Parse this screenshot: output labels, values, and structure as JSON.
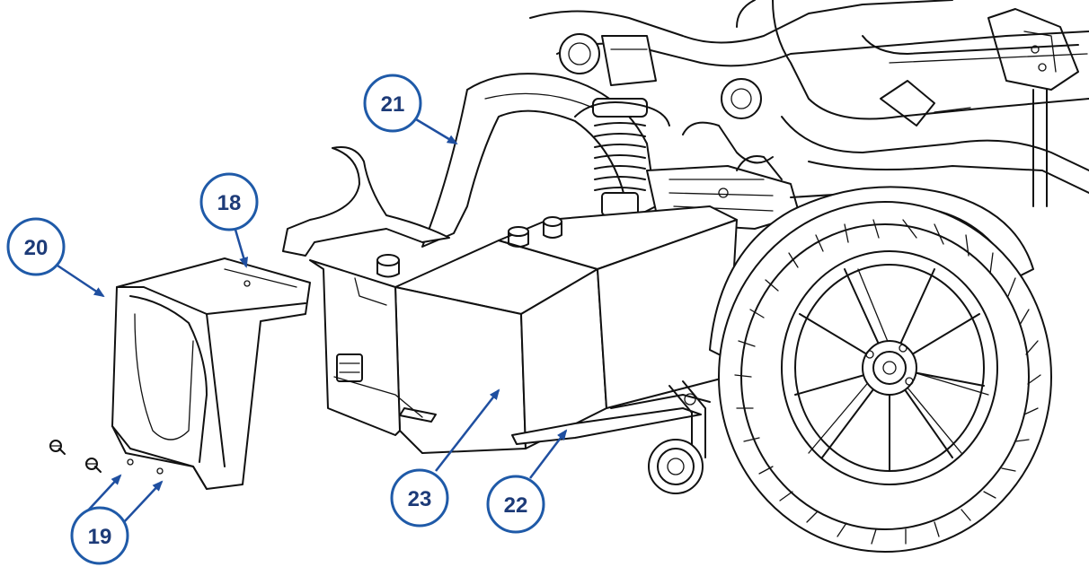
{
  "colors": {
    "callout_stroke": "#1f5aa8",
    "callout_text": "#1d3b78",
    "leader": "#1f4fa0",
    "line_art": "#111111"
  },
  "callouts": [
    {
      "id": "18",
      "label": "18"
    },
    {
      "id": "19",
      "label": "19"
    },
    {
      "id": "20",
      "label": "20"
    },
    {
      "id": "21",
      "label": "21"
    },
    {
      "id": "22",
      "label": "22"
    },
    {
      "id": "23",
      "label": "23"
    }
  ]
}
